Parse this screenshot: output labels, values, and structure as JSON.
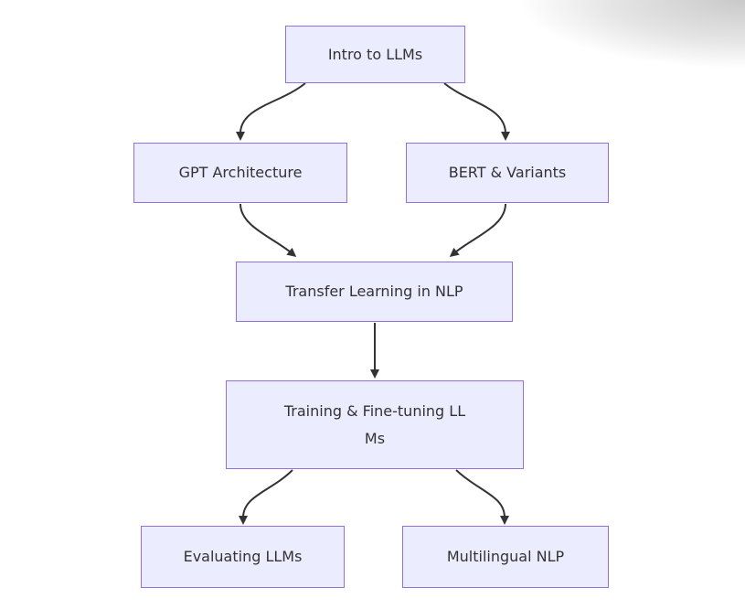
{
  "diagram": {
    "type": "flowchart",
    "direction": "top-down",
    "nodes": [
      {
        "id": "intro",
        "lines": [
          "Intro to LLMs"
        ]
      },
      {
        "id": "gpt",
        "lines": [
          "GPT Architecture"
        ]
      },
      {
        "id": "bert",
        "lines": [
          "BERT & Variants"
        ]
      },
      {
        "id": "transfer",
        "lines": [
          "Transfer Learning in NLP"
        ]
      },
      {
        "id": "training",
        "lines": [
          "Training & Fine-tuning LL",
          "Ms"
        ]
      },
      {
        "id": "evaluating",
        "lines": [
          "Evaluating LLMs"
        ]
      },
      {
        "id": "multilingual",
        "lines": [
          "Multilingual NLP"
        ]
      }
    ],
    "edges": [
      {
        "from": "intro",
        "to": "gpt"
      },
      {
        "from": "intro",
        "to": "bert"
      },
      {
        "from": "gpt",
        "to": "transfer"
      },
      {
        "from": "bert",
        "to": "transfer"
      },
      {
        "from": "transfer",
        "to": "training"
      },
      {
        "from": "training",
        "to": "evaluating"
      },
      {
        "from": "training",
        "to": "multilingual"
      }
    ],
    "colors": {
      "node_fill": "#ECECFF",
      "node_border": "#9370DB",
      "edge_color": "#333333",
      "text_color": "#333333",
      "background": "#ffffff"
    }
  }
}
